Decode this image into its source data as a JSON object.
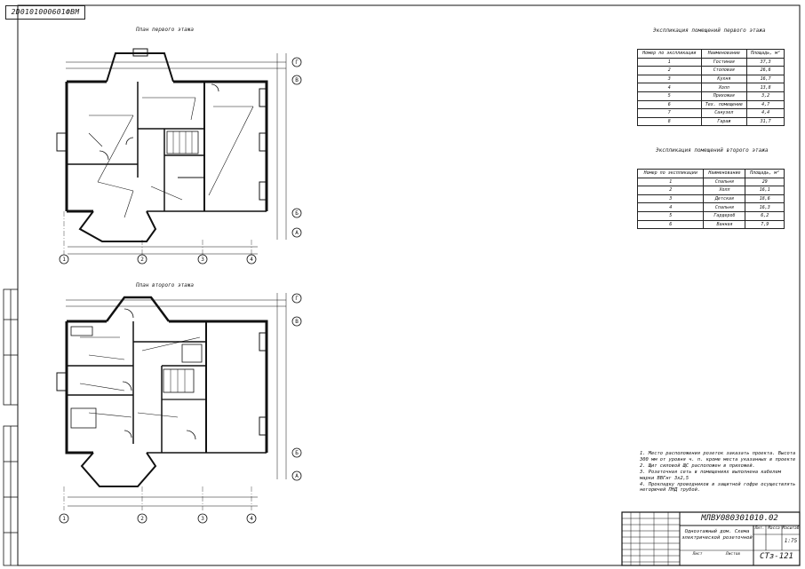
{
  "sheet": {
    "top_code": "2D0101000601ФВМ",
    "plan1_title": "План первого этажа",
    "plan2_title": "План второго этажа"
  },
  "table1": {
    "title": "Экспликация помещений первого этажа",
    "headers": [
      "Номер по экспликации",
      "Наименование",
      "Площадь, м²"
    ],
    "rows": [
      [
        "1",
        "Гостиная",
        "37,3"
      ],
      [
        "2",
        "Столовая",
        "26,6"
      ],
      [
        "3",
        "Кухня",
        "16,7"
      ],
      [
        "4",
        "Холл",
        "13,8"
      ],
      [
        "5",
        "Прихожая",
        "3,2"
      ],
      [
        "6",
        "Тех. помещение",
        "4,7"
      ],
      [
        "7",
        "Санузел",
        "4,4"
      ],
      [
        "8",
        "Гараж",
        "31,7"
      ]
    ]
  },
  "table2": {
    "title": "Экспликация помещений второго этажа",
    "headers": [
      "Номер по экспликации",
      "Наименование",
      "Площадь, м²"
    ],
    "rows": [
      [
        "1",
        "Спальня",
        "29"
      ],
      [
        "2",
        "Холл",
        "16,1"
      ],
      [
        "3",
        "Детская",
        "18,6"
      ],
      [
        "4",
        "Спальня",
        "16,3"
      ],
      [
        "5",
        "Гардероб",
        "6,2"
      ],
      [
        "6",
        "Ванная",
        "7,9"
      ]
    ]
  },
  "notes": [
    "1. Место расположения розеток заказать проекта. Высота",
    "300 мм от уровня ч. п. кроме места указанных в проекте",
    "2. Щит силовой ЩС расположен в прихожей.",
    "3. Розеточная сеть в помещениях выполнена кабелем",
    "марки ВВГнг 3х2,5",
    "4. Прокладку проводников в защитной гофре осуществлять",
    "негорючей ПНД трубой."
  ],
  "title_block": {
    "doc_code": "МЛВУ080301010.02",
    "title": "Одноэтажный дом. Схема электрической розеточной",
    "sheet_label": "Лит.",
    "mass_label": "Масса",
    "scale_label": "Масштаб",
    "scale": "1:75",
    "sheet": "Лист",
    "sheets": "Листов",
    "org": "СТз-121"
  },
  "axes_h": [
    "1",
    "2",
    "3",
    "4"
  ],
  "axes_v": [
    "А",
    "Б",
    "В",
    "Г"
  ]
}
